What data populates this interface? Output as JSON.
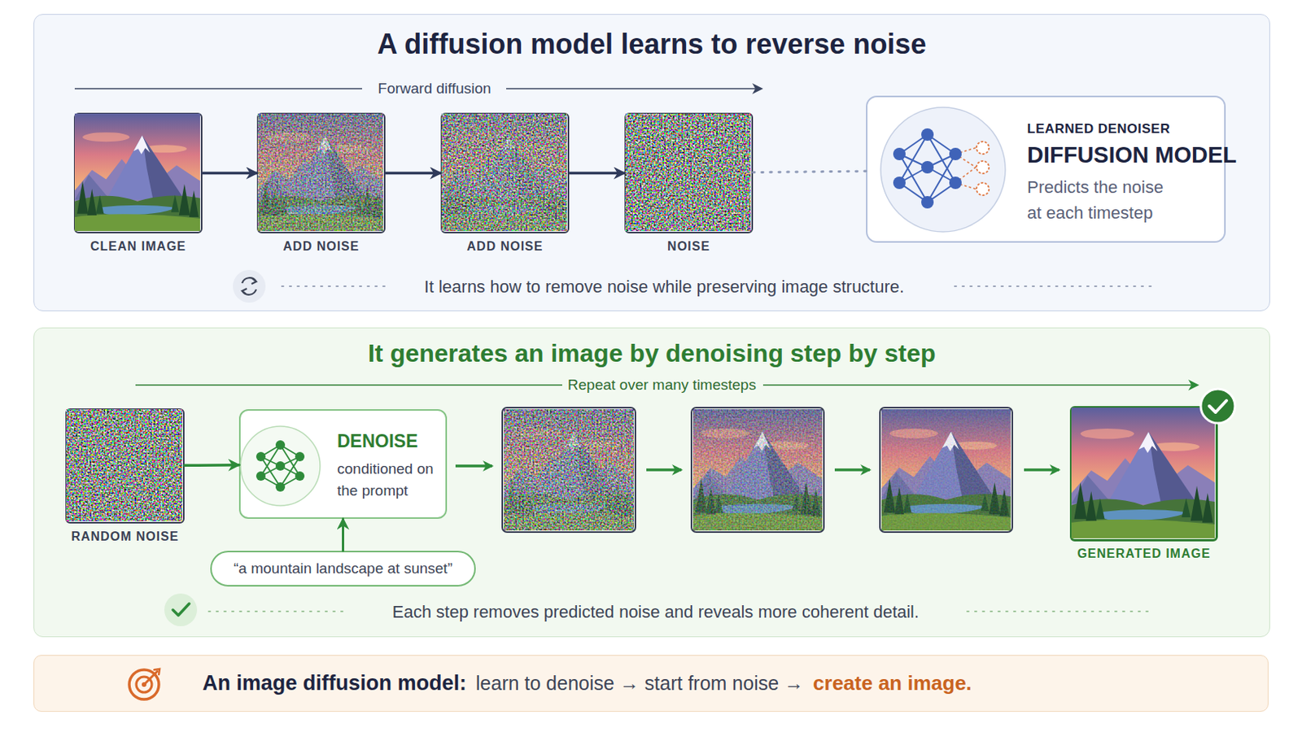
{
  "diagram": {
    "nodes": [
      {
        "text": [
          "A diffusion model learns to reverse noise"
        ]
      },
      {
        "text": [
          "CLEAN IMAGE"
        ],
        "in": 0
      },
      {
        "text": [
          "ADD NOISE"
        ],
        "in": 0
      },
      {
        "text": [
          "ADD NOISE"
        ],
        "in": 0
      },
      {
        "text": [
          "NOISE"
        ],
        "in": 0
      },
      {
        "text": [
          "LEARNED DENOISER",
          "DIFFUSION MODEL",
          "Predicts the noise at each timestep"
        ],
        "in": 0
      },
      {
        "text": [
          "It generates an image by denoising step by step"
        ]
      },
      {
        "text": [
          "RANDOM NOISE"
        ],
        "in": 6
      },
      {
        "text": [
          "DENOISE",
          "conditioned on the prompt"
        ],
        "in": 6
      },
      {
        "text": [
          "“a mountain landscape at sunset”"
        ],
        "in": 6
      },
      {
        "text": [
          "GENERATED IMAGE"
        ],
        "in": 6
      },
      {
        "text": [
          "An image diffusion model:",
          "learn to denoise → start from noise →",
          "create an image."
        ]
      }
    ],
    "edges": [
      {
        "from": 1,
        "to": 2,
        "arrow": "to"
      },
      {
        "from": 2,
        "to": 3,
        "arrow": "to"
      },
      {
        "from": 3,
        "to": 4,
        "arrow": "to"
      },
      {
        "from": 4,
        "to": 5,
        "arrow": "none"
      },
      {
        "from": 7,
        "to": 8,
        "arrow": "to"
      },
      {
        "from": 9,
        "to": 8,
        "arrow": "to"
      }
    ],
    "labels": [
      "Forward diffusion",
      "It learns how to remove noise while preserving image structure.",
      "Repeat over many timesteps",
      "Each step removes predicted noise and reveals more coherent detail."
    ]
  }
}
